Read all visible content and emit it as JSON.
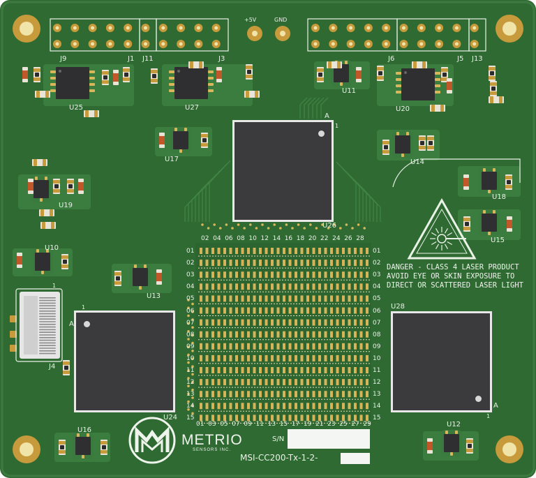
{
  "board": {
    "colors": {
      "pcb": "#2f6a32",
      "silk": "#eaf2e8",
      "copper": "#c79a3c",
      "ic": "#3b3b3e",
      "pad": "#d9b65a"
    }
  },
  "headers": {
    "j9": "J9",
    "j1": "J1",
    "j11": "J11",
    "j3": "J3",
    "j6": "J6",
    "j5": "J5",
    "j13": "J13"
  },
  "power": {
    "plus5v": "+5V",
    "gnd": "GND"
  },
  "refs": {
    "u25": "U25",
    "u27": "U27",
    "u11": "U11",
    "u20": "U20",
    "u17": "U17",
    "u14": "U14",
    "u19": "U19",
    "u18": "U18",
    "u15": "U15",
    "u10": "U10",
    "u13": "U13",
    "u26": "U26",
    "u28": "U28",
    "u24": "U24",
    "u16": "U16",
    "u12": "U12",
    "j4": "J4"
  },
  "pin_markers": {
    "u26_a": "A",
    "u26_1": "1",
    "u24_1": "1",
    "u24_a": "A",
    "j4_1": "1",
    "u28_a": "A",
    "u28_1": "1"
  },
  "array": {
    "top_cols": [
      "02",
      "04",
      "06",
      "08",
      "10",
      "12",
      "14",
      "16",
      "18",
      "20",
      "22",
      "24",
      "26",
      "28"
    ],
    "bottom_cols": [
      "01",
      "03",
      "05",
      "07",
      "09",
      "11",
      "13",
      "15",
      "17",
      "19",
      "21",
      "23",
      "25",
      "27",
      "29"
    ],
    "rows": [
      "01",
      "02",
      "03",
      "04",
      "05",
      "06",
      "07",
      "08",
      "09",
      "10",
      "11",
      "12",
      "13",
      "14",
      "15"
    ]
  },
  "warning": {
    "line1": "DANGER - CLASS 4 LASER PRODUCT",
    "line2": "AVOID EYE OR SKIN EXPOSURE TO",
    "line3": "DIRECT OR SCATTERED LASER LIGHT"
  },
  "brand": {
    "name": "METRIO",
    "sub": "SENSORS INC."
  },
  "serial": {
    "sn_label": "S/N",
    "part": "MSI-CC200-Tx-1-2-"
  },
  "icons": [
    "metrio-logo-icon",
    "laser-warning-icon",
    "mounting-hole-icon"
  ]
}
